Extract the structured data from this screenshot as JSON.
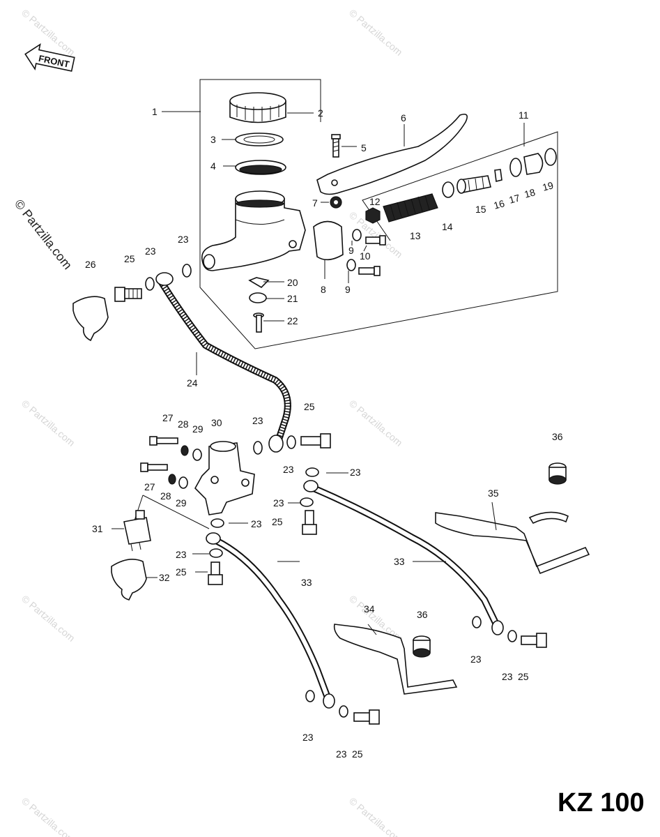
{
  "diagram": {
    "model_label": "KZ 100",
    "front_label": "FRONT",
    "watermark_text": "© Partzilla.com",
    "callouts": {
      "c1": "1",
      "c2": "2",
      "c3": "3",
      "c4": "4",
      "c5": "5",
      "c6": "6",
      "c7": "7",
      "c8": "8",
      "c9a": "9",
      "c9b": "9",
      "c10": "10",
      "c11": "11",
      "c12": "12",
      "c13": "13",
      "c14": "14",
      "c15": "15",
      "c16": "16",
      "c17": "17",
      "c18": "18",
      "c19": "19",
      "c20": "20",
      "c21": "21",
      "c22": "22",
      "c23a": "23",
      "c23b": "23",
      "c23c": "23",
      "c23d": "23",
      "c23e": "23",
      "c23f": "23",
      "c23g": "23",
      "c23h": "23",
      "c23i": "23",
      "c23j": "23",
      "c23k": "23",
      "c23l": "23",
      "c24": "24",
      "c25a": "25",
      "c25b": "25",
      "c25c": "25",
      "c25d": "25",
      "c25e": "25",
      "c25f": "25",
      "c26": "26",
      "c27a": "27",
      "c27b": "27",
      "c28a": "28",
      "c28b": "28",
      "c29a": "29",
      "c29b": "29",
      "c30": "30",
      "c31": "31",
      "c32": "32",
      "c33a": "33",
      "c33b": "33",
      "c34": "34",
      "c35": "35",
      "c36a": "36",
      "c36b": "36"
    }
  }
}
